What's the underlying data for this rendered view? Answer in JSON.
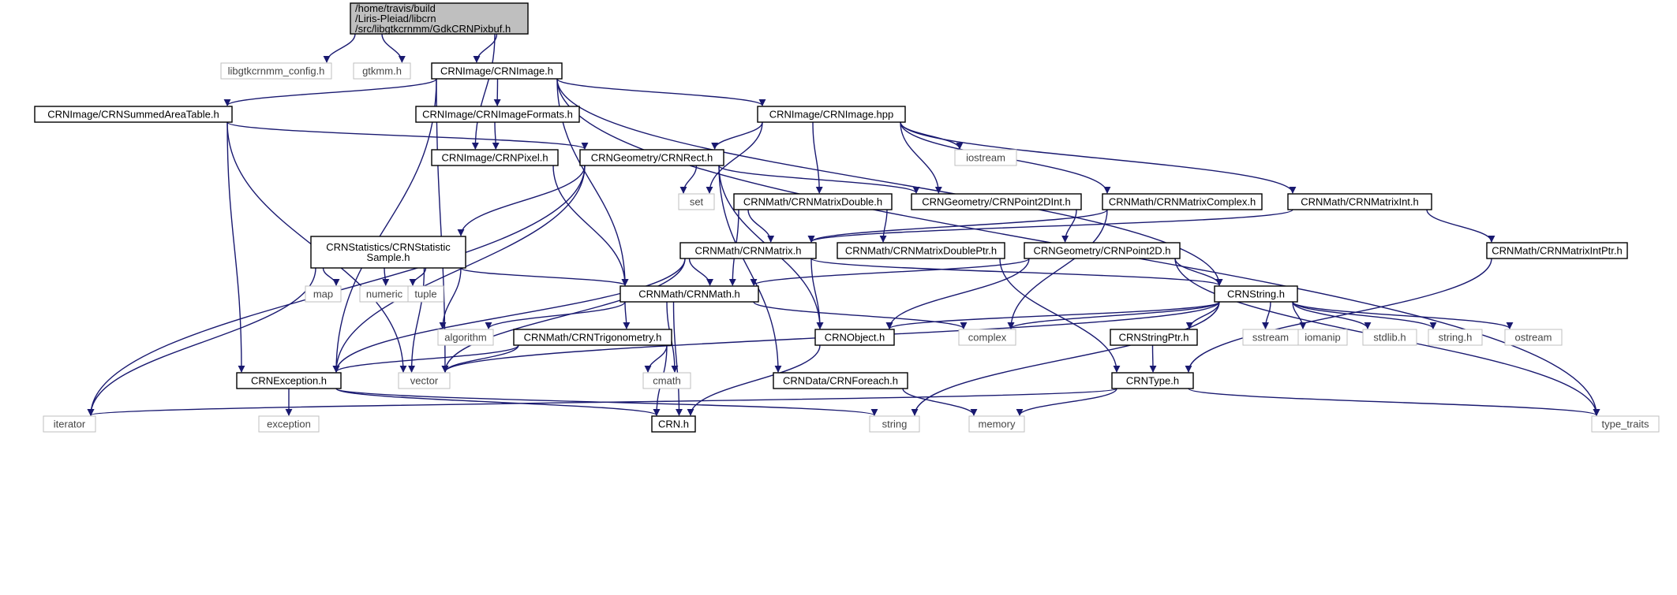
{
  "colors": {
    "edge": "#191970",
    "root_fill": "#bfbfbf",
    "node_fill": "#ffffff",
    "node_border": "#000000",
    "external_border": "#bfbfbf",
    "text": "#000000"
  },
  "diagram": {
    "type": "include-dependency-graph",
    "nodes": [
      {
        "id": "gdk",
        "kind": "root",
        "lines": [
          "/home/travis/build",
          "/Liris-Pleiad/libcrn",
          "/src/libgtkcrnmm/GdkCRNPixbuf.h"
        ]
      },
      {
        "id": "cfg",
        "kind": "external",
        "lines": [
          "libgtkcrnmm_config.h"
        ]
      },
      {
        "id": "gtkmm",
        "kind": "external",
        "lines": [
          "gtkmm.h"
        ]
      },
      {
        "id": "img",
        "kind": "file",
        "lines": [
          "CRNImage/CRNImage.h"
        ]
      },
      {
        "id": "sat",
        "kind": "file",
        "lines": [
          "CRNImage/CRNSummedAreaTable.h"
        ]
      },
      {
        "id": "fmt",
        "kind": "file",
        "lines": [
          "CRNImage/CRNImageFormats.h"
        ]
      },
      {
        "id": "hpp",
        "kind": "file",
        "lines": [
          "CRNImage/CRNImage.hpp"
        ]
      },
      {
        "id": "pix",
        "kind": "file",
        "lines": [
          "CRNImage/CRNPixel.h"
        ]
      },
      {
        "id": "rect",
        "kind": "file",
        "lines": [
          "CRNGeometry/CRNRect.h"
        ]
      },
      {
        "id": "iostream",
        "kind": "external",
        "lines": [
          "iostream"
        ]
      },
      {
        "id": "set",
        "kind": "external",
        "lines": [
          "set"
        ]
      },
      {
        "id": "mdbl",
        "kind": "file",
        "lines": [
          "CRNMath/CRNMatrixDouble.h"
        ]
      },
      {
        "id": "p2di",
        "kind": "file",
        "lines": [
          "CRNGeometry/CRNPoint2DInt.h"
        ]
      },
      {
        "id": "mcpx",
        "kind": "file",
        "lines": [
          "CRNMath/CRNMatrixComplex.h"
        ]
      },
      {
        "id": "mint",
        "kind": "file",
        "lines": [
          "CRNMath/CRNMatrixInt.h"
        ]
      },
      {
        "id": "stat",
        "kind": "file",
        "lines": [
          "CRNStatistics/CRNStatistic",
          "Sample.h"
        ]
      },
      {
        "id": "mat",
        "kind": "file",
        "lines": [
          "CRNMath/CRNMatrix.h"
        ]
      },
      {
        "id": "mdp",
        "kind": "file",
        "lines": [
          "CRNMath/CRNMatrixDoublePtr.h"
        ]
      },
      {
        "id": "p2d",
        "kind": "file",
        "lines": [
          "CRNGeometry/CRNPoint2D.h"
        ]
      },
      {
        "id": "mip",
        "kind": "file",
        "lines": [
          "CRNMath/CRNMatrixIntPtr.h"
        ]
      },
      {
        "id": "map",
        "kind": "external",
        "lines": [
          "map"
        ]
      },
      {
        "id": "numeric",
        "kind": "external",
        "lines": [
          "numeric"
        ]
      },
      {
        "id": "tuple",
        "kind": "external",
        "lines": [
          "tuple"
        ]
      },
      {
        "id": "math",
        "kind": "file",
        "lines": [
          "CRNMath/CRNMath.h"
        ]
      },
      {
        "id": "str",
        "kind": "file",
        "lines": [
          "CRNString.h"
        ]
      },
      {
        "id": "algorithm",
        "kind": "external",
        "lines": [
          "algorithm"
        ]
      },
      {
        "id": "trig",
        "kind": "file",
        "lines": [
          "CRNMath/CRNTrigonometry.h"
        ]
      },
      {
        "id": "obj",
        "kind": "file",
        "lines": [
          "CRNObject.h"
        ]
      },
      {
        "id": "complex",
        "kind": "external",
        "lines": [
          "complex"
        ]
      },
      {
        "id": "sptr",
        "kind": "file",
        "lines": [
          "CRNStringPtr.h"
        ]
      },
      {
        "id": "sstream",
        "kind": "external",
        "lines": [
          "sstream"
        ]
      },
      {
        "id": "iomanip",
        "kind": "external",
        "lines": [
          "iomanip"
        ]
      },
      {
        "id": "stdlib",
        "kind": "external",
        "lines": [
          "stdlib.h"
        ]
      },
      {
        "id": "stringh",
        "kind": "external",
        "lines": [
          "string.h"
        ]
      },
      {
        "id": "ostream",
        "kind": "external",
        "lines": [
          "ostream"
        ]
      },
      {
        "id": "exc",
        "kind": "file",
        "lines": [
          "CRNException.h"
        ]
      },
      {
        "id": "vector",
        "kind": "external",
        "lines": [
          "vector"
        ]
      },
      {
        "id": "cmath",
        "kind": "external",
        "lines": [
          "cmath"
        ]
      },
      {
        "id": "fe",
        "kind": "file",
        "lines": [
          "CRNData/CRNForeach.h"
        ]
      },
      {
        "id": "type",
        "kind": "file",
        "lines": [
          "CRNType.h"
        ]
      },
      {
        "id": "iterator",
        "kind": "external",
        "lines": [
          "iterator"
        ]
      },
      {
        "id": "exception",
        "kind": "external",
        "lines": [
          "exception"
        ]
      },
      {
        "id": "crn",
        "kind": "file",
        "lines": [
          "CRN.h"
        ]
      },
      {
        "id": "string",
        "kind": "external",
        "lines": [
          "string"
        ]
      },
      {
        "id": "memory",
        "kind": "external",
        "lines": [
          "memory"
        ]
      },
      {
        "id": "traits",
        "kind": "external",
        "lines": [
          "type_traits"
        ]
      }
    ],
    "edges": [
      [
        "gdk",
        "cfg"
      ],
      [
        "gdk",
        "gtkmm"
      ],
      [
        "gdk",
        "img"
      ],
      [
        "gdk",
        "pix"
      ],
      [
        "img",
        "sat"
      ],
      [
        "img",
        "fmt"
      ],
      [
        "img",
        "hpp"
      ],
      [
        "img",
        "exc"
      ],
      [
        "img",
        "vector"
      ],
      [
        "img",
        "math"
      ],
      [
        "img",
        "str"
      ],
      [
        "img",
        "traits"
      ],
      [
        "sat",
        "rect"
      ],
      [
        "sat",
        "exc"
      ],
      [
        "sat",
        "vector"
      ],
      [
        "fmt",
        "pix"
      ],
      [
        "hpp",
        "rect"
      ],
      [
        "hpp",
        "iostream"
      ],
      [
        "hpp",
        "set"
      ],
      [
        "hpp",
        "mdbl"
      ],
      [
        "hpp",
        "p2di"
      ],
      [
        "hpp",
        "mcpx"
      ],
      [
        "hpp",
        "mint"
      ],
      [
        "pix",
        "math"
      ],
      [
        "rect",
        "set"
      ],
      [
        "rect",
        "p2di"
      ],
      [
        "rect",
        "stat"
      ],
      [
        "rect",
        "exc"
      ],
      [
        "rect",
        "iterator"
      ],
      [
        "rect",
        "obj"
      ],
      [
        "rect",
        "fe"
      ],
      [
        "mdbl",
        "mat"
      ],
      [
        "mdbl",
        "mdp"
      ],
      [
        "mdbl",
        "math"
      ],
      [
        "p2di",
        "p2d"
      ],
      [
        "mcpx",
        "mat"
      ],
      [
        "mcpx",
        "complex"
      ],
      [
        "mint",
        "mat"
      ],
      [
        "mint",
        "mip"
      ],
      [
        "stat",
        "map"
      ],
      [
        "stat",
        "numeric"
      ],
      [
        "stat",
        "tuple"
      ],
      [
        "stat",
        "math"
      ],
      [
        "stat",
        "algorithm"
      ],
      [
        "stat",
        "vector"
      ],
      [
        "stat",
        "iterator"
      ],
      [
        "mat",
        "math"
      ],
      [
        "mat",
        "str"
      ],
      [
        "mat",
        "obj"
      ],
      [
        "mat",
        "exc"
      ],
      [
        "mat",
        "vector"
      ],
      [
        "mdp",
        "type"
      ],
      [
        "p2d",
        "math"
      ],
      [
        "p2d",
        "str"
      ],
      [
        "p2d",
        "obj"
      ],
      [
        "p2d",
        "traits"
      ],
      [
        "mip",
        "type"
      ],
      [
        "math",
        "algorithm"
      ],
      [
        "math",
        "trig"
      ],
      [
        "math",
        "complex"
      ],
      [
        "math",
        "cmath"
      ],
      [
        "math",
        "crn"
      ],
      [
        "str",
        "obj"
      ],
      [
        "str",
        "complex"
      ],
      [
        "str",
        "sptr"
      ],
      [
        "str",
        "sstream"
      ],
      [
        "str",
        "iomanip"
      ],
      [
        "str",
        "stdlib"
      ],
      [
        "str",
        "stringh"
      ],
      [
        "str",
        "ostream"
      ],
      [
        "str",
        "vector"
      ],
      [
        "str",
        "string"
      ],
      [
        "trig",
        "exc"
      ],
      [
        "trig",
        "vector"
      ],
      [
        "trig",
        "cmath"
      ],
      [
        "trig",
        "crn"
      ],
      [
        "obj",
        "crn"
      ],
      [
        "sptr",
        "type"
      ],
      [
        "exc",
        "exception"
      ],
      [
        "exc",
        "crn"
      ],
      [
        "exc",
        "string"
      ],
      [
        "fe",
        "memory"
      ],
      [
        "type",
        "iterator"
      ],
      [
        "type",
        "memory"
      ],
      [
        "type",
        "traits"
      ]
    ]
  }
}
